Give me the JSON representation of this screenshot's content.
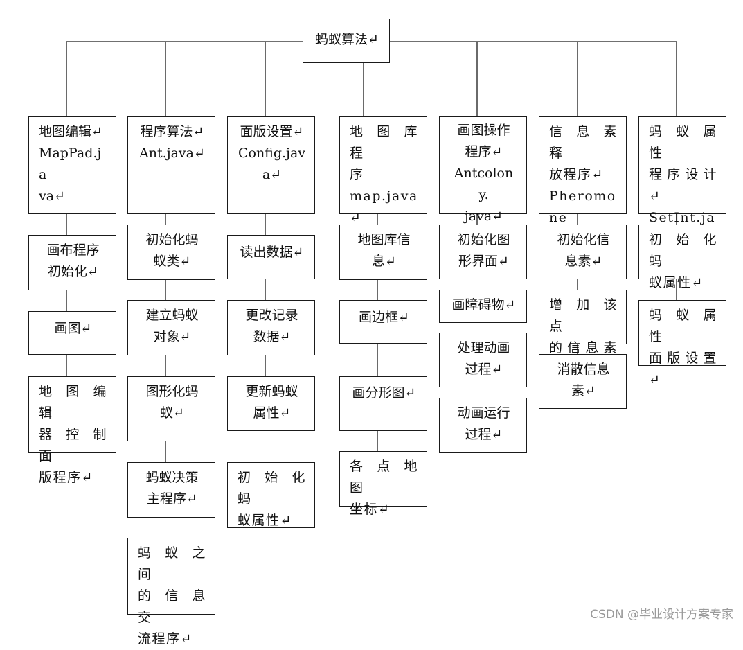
{
  "root": {
    "label": "蚂蚁算法↵"
  },
  "columns": [
    {
      "header": "地图编辑↵\nMapPad.ja\nva↵",
      "children": [
        "画布程序\n初始化↵",
        "画图↵",
        "地 图 编 辑\n器 控 制 面\n版程序↵"
      ]
    },
    {
      "header": "程序算法↵\nAnt.java↵",
      "children": [
        "初始化蚂\n蚁类↵",
        "建立蚂蚁\n对象↵",
        "图形化蚂\n蚁↵",
        "蚂蚁决策\n主程序↵",
        "蚂 蚁 之 间\n的 信 息 交\n流程序↵"
      ]
    },
    {
      "header": "面版设置↵\nConfig.jav\na↵",
      "children": [
        "读出数据↵",
        "更改记录\n数据↵",
        "更新蚂蚁\n属性↵",
        "初 始 化 蚂\n蚁属性↵"
      ]
    },
    {
      "header": "地 图 库 程\n序\nmap.java↵",
      "children": [
        "地图库信\n息↵",
        "画边框↵",
        "画分形图↵",
        "各 点 地 图\n坐标↵"
      ]
    },
    {
      "header": "画图操作\n程序↵\nAntcolony.\njava↵",
      "children": [
        "初始化图\n形界面↵",
        "画障碍物↵",
        "处理动画\n过程↵",
        "动画运行\n过程↵"
      ]
    },
    {
      "header": "信 息 素 释\n放程序↵\nPheromone\n.java↵",
      "children": [
        "初始化信\n息素↵",
        "增 加 该 点\n的信息素↵",
        "消散信息\n素↵"
      ]
    },
    {
      "header": "蚂 蚁 属 性\n程序设计↵\nSetInt.java↵",
      "children": [
        "初 始 化 蚂\n蚁属性↵",
        "蚂 蚁 属 性\n面版设置↵"
      ]
    }
  ],
  "watermark": "CSDN @毕业设计方案专家",
  "colors": {
    "line": "#1a1a1a",
    "text": "#111111",
    "watermark": "#9a9a9a"
  }
}
